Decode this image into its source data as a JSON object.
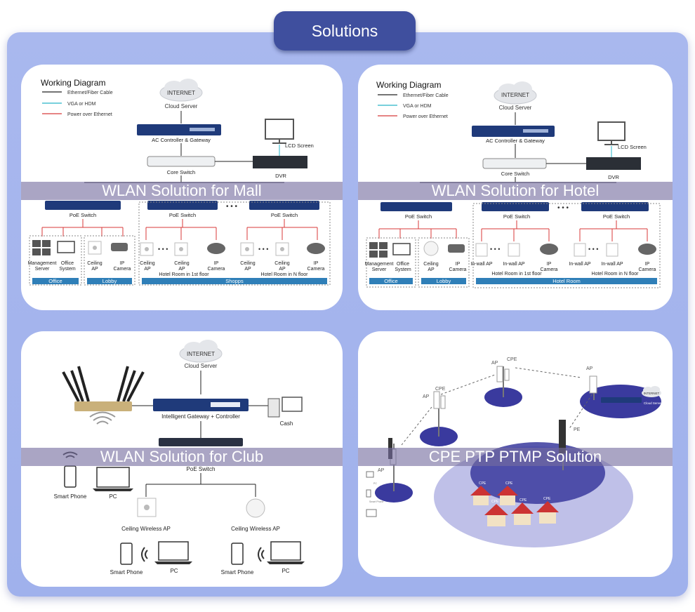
{
  "header": {
    "title": "Solutions"
  },
  "mall": {
    "band": "WLAN Solution for Mall",
    "wd_title": "Working Diagram",
    "legend": [
      "Ethernet/Fiber Cable",
      "VGA or HDM",
      "Power over Ethernet"
    ],
    "cloud": "INTERNET",
    "cloud_label": "Cloud Server",
    "gateway": "AC Controller & Gateway",
    "core": "Core Switch",
    "lcd": "LCD Screen",
    "dvr": "DVR",
    "poe": "PoE Switch",
    "mgmt1": "Management",
    "mgmt2": "Server",
    "office1": "Office",
    "office2": "System",
    "ceiling": "Ceiling",
    "ap": "AP",
    "ip": "IP",
    "camera": "Camera",
    "room1": "Hotel Room in 1st floor",
    "roomN": "Hotel Room in N floor",
    "zone_office": "Office",
    "zone_lobby": "Lobby",
    "zone_shops": "Shopps"
  },
  "hotel": {
    "band": "WLAN Solution for Hotel",
    "wd_title": "Working Diagram",
    "legend": [
      "Ethernet/Fiber Cable",
      "VGA or HDM",
      "Power over Ethernet"
    ],
    "cloud": "INTERNET",
    "cloud_label": "Cloud Server",
    "gateway": "AC Controller & Gateway",
    "core": "Core Switch",
    "lcd": "LCD Screen",
    "dvr": "DVR",
    "poe": "PoE Switch",
    "mgmt1": "Management",
    "mgmt2": "Server",
    "office1": "Office",
    "office2": "System",
    "ceiling": "Ceiling",
    "ap": "AP",
    "inwall": "In-wall AP",
    "ip": "IP",
    "camera": "Camera",
    "room1": "Hotel Room in 1st floor",
    "roomN": "Hotel Room in N floor",
    "zone_office": "Office",
    "zone_lobby": "Lobby",
    "zone_room": "Hotel Room"
  },
  "club": {
    "band": "WLAN Solution for Club",
    "cloud": "INTERNET",
    "cloud_label": "Cloud Server",
    "gateway": "Intelligent Gateway + Controller",
    "cash": "Cash",
    "poe": "PoE Switch",
    "phone": "Smart Phone",
    "pc": "PC",
    "ceiling_ap": "Ceiling Wireless AP"
  },
  "cpe": {
    "band": "CPE PTP PTMP Solution",
    "cpe": "CPE",
    "ap": "AP",
    "pe": "PE",
    "internet": "INTERNET",
    "cloud_label": "Cloud Server",
    "pc": "PC",
    "phone": "Smart Phone"
  },
  "colors": {
    "accent": "#3f4f9e",
    "panel": "#a5b5ed",
    "band": "#766ea0",
    "zone": "#2f7fb8",
    "poe_line": "#d83a3a",
    "vga_line": "#27b5c8",
    "disc": "#3a3a9e"
  }
}
